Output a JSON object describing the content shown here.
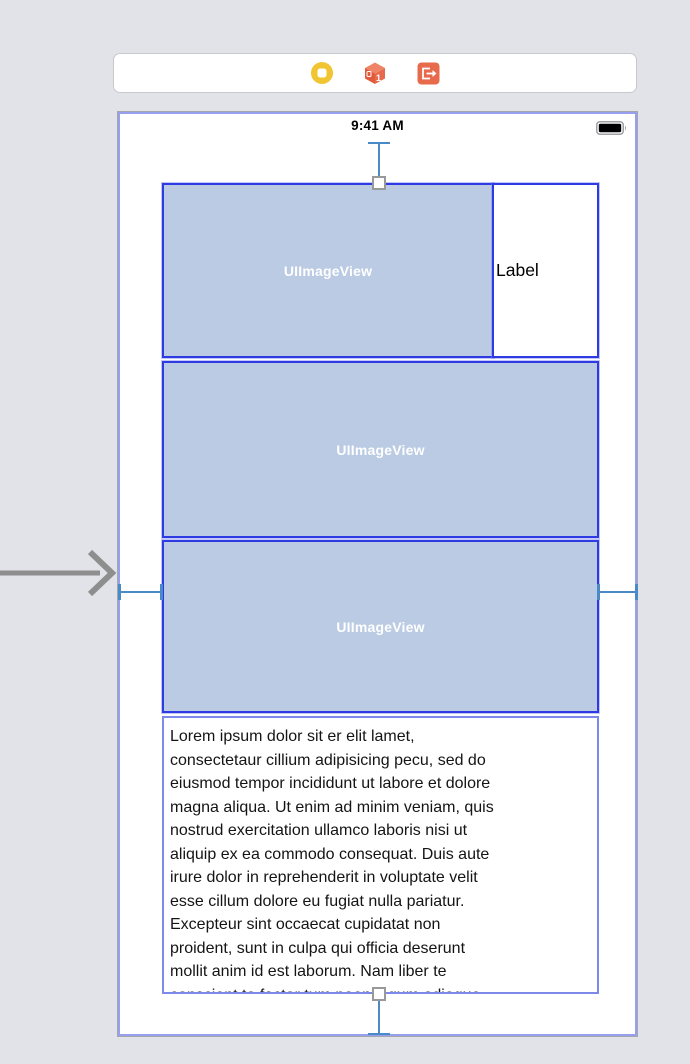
{
  "scene_dock": {
    "icons": [
      {
        "name": "view-controller",
        "color": "#F1C431"
      },
      {
        "name": "first-responder",
        "color": "#E86A4C",
        "badge": "1"
      },
      {
        "name": "exit",
        "color": "#E86A4C"
      }
    ]
  },
  "status_bar": {
    "time": "9:41 AM",
    "battery": "battery-full-icon"
  },
  "views": {
    "image_view_1": {
      "label": "UIImageView"
    },
    "label_view": {
      "text": "Label"
    },
    "image_view_2": {
      "label": "UIImageView"
    },
    "image_view_3": {
      "label": "UIImageView"
    },
    "text_view": {
      "lines": [
        "Lorem ipsum dolor sit er elit lamet,",
        "consectetaur cillium adipisicing pecu, sed do",
        "eiusmod tempor incididunt ut labore et dolore",
        "magna aliqua. Ut enim ad minim veniam, quis",
        "nostrud exercitation ullamco laboris nisi ut",
        "aliquip ex ea commodo consequat. Duis aute",
        "irure dolor in reprehenderit in voluptate velit",
        "esse cillum dolore eu fugiat nulla pariatur.",
        "Excepteur sint occaecat cupidatat non",
        "proident, sunt in culpa qui officia deserunt",
        "mollit anim id est laborum. Nam liber te",
        "conscient to factor tum poen legum odioque"
      ]
    }
  },
  "colors": {
    "canvas_background": "#e2e3e8",
    "imageview_fill": "#bacbe3",
    "imageview_border": "#2e3ae2",
    "textview_border": "#7d89e9",
    "constraint_blue": "#4a8ac6",
    "selection_outline": "#96a0ef",
    "vc_icon_yellow": "#F1C431",
    "icon_orange": "#E86A4C",
    "entry_arrow_gray": "#8e8e8e"
  }
}
